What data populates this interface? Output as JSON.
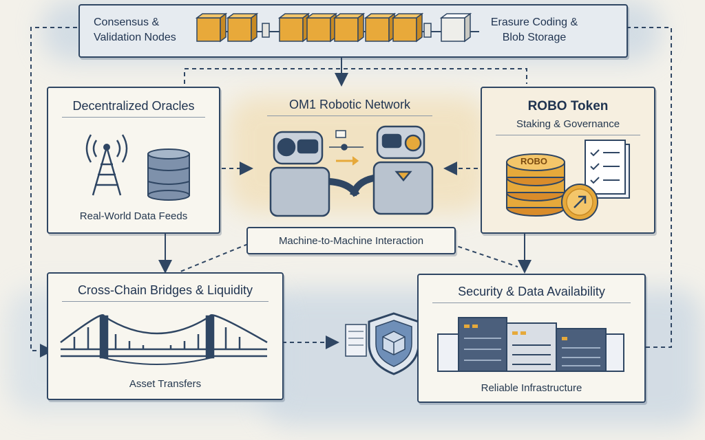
{
  "top_bar": {
    "left_label_line1": "Consensus &",
    "left_label_line2": "Validation Nodes",
    "right_label_line1": "Erasure Coding &",
    "right_label_line2": "Blob Storage"
  },
  "oracles": {
    "title": "Decentralized Oracles",
    "caption": "Real-World Data Feeds"
  },
  "network": {
    "title": "OM1 Robotic Network",
    "caption": "Machine-to-Machine Interaction"
  },
  "token": {
    "title": "ROBO Token",
    "subtitle": "Staking & Governance",
    "coin_text": "ROBO"
  },
  "bridges": {
    "title": "Cross-Chain Bridges & Liquidity",
    "caption": "Asset Transfers"
  },
  "security": {
    "title": "Security & Data Availability",
    "caption": "Reliable Infrastructure"
  },
  "colors": {
    "ink": "#2f4663",
    "gold": "#e6a93b",
    "paper": "#f8f6ef",
    "wash_blue": "#b9cce0",
    "wash_gold": "#f0d7a3"
  }
}
